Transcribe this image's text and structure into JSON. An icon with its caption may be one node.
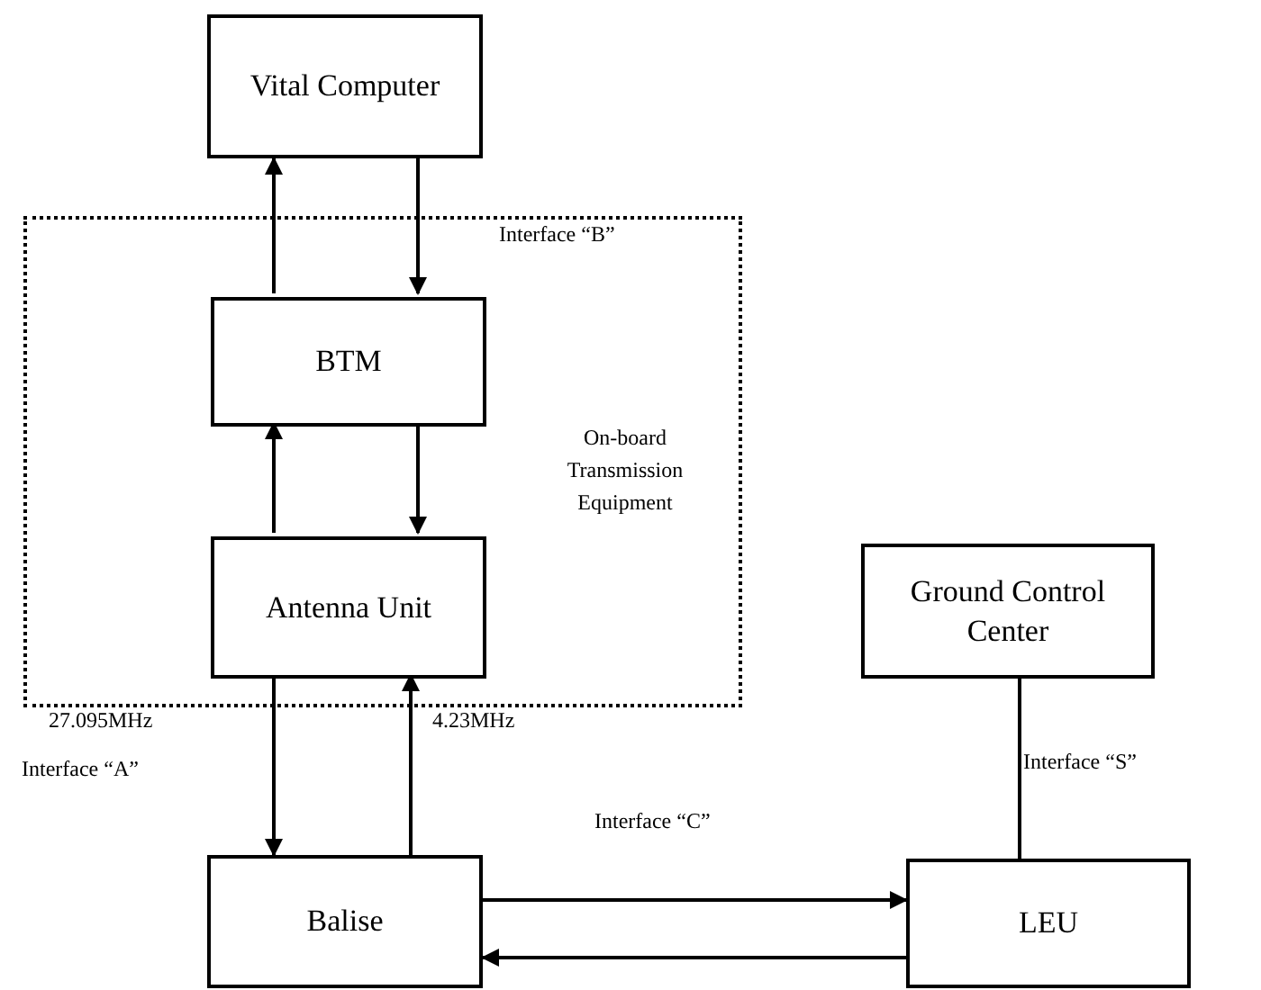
{
  "diagram": {
    "nodes": [
      {
        "text": [
          "Vital Computer"
        ]
      },
      {
        "text": [
          "On-board Transmission Equipment"
        ]
      },
      {
        "text": [
          "BTM"
        ],
        "in": 1
      },
      {
        "text": [
          "Antenna Unit"
        ],
        "in": 1
      },
      {
        "text": [
          "Ground Control Center"
        ]
      },
      {
        "text": [
          "Balise"
        ]
      },
      {
        "text": [
          "LEU"
        ]
      }
    ],
    "edges": [
      {
        "from": 2,
        "to": 0,
        "arrow": "to"
      },
      {
        "from": 0,
        "to": 2,
        "arrow": "to"
      },
      {
        "from": 3,
        "to": 2,
        "arrow": "to"
      },
      {
        "from": 2,
        "to": 3,
        "arrow": "to"
      },
      {
        "from": 3,
        "to": 5,
        "arrow": "to"
      },
      {
        "from": 5,
        "to": 3,
        "arrow": "to"
      },
      {
        "from": 5,
        "to": 6,
        "arrow": "to"
      },
      {
        "from": 6,
        "to": 5,
        "arrow": "to"
      },
      {
        "from": 4,
        "to": 6,
        "arrow": "none"
      }
    ],
    "labels": [
      "Interface “B”",
      "27.095MHz",
      "4.23MHz",
      "Interface “A”",
      "Interface “C”",
      "Interface “S”"
    ]
  }
}
